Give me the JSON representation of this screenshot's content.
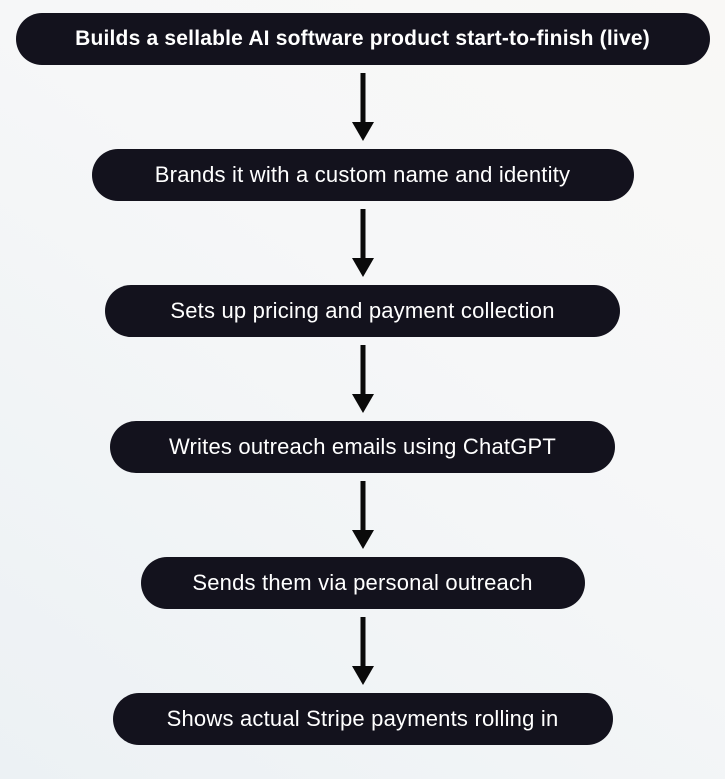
{
  "diagram": {
    "type": "flowchart",
    "direction": "top-down",
    "steps": [
      {
        "label": "Builds a sellable AI software product start-to-finish (live)",
        "emphasis": "bold"
      },
      {
        "label": "Brands it with a custom name and identity",
        "emphasis": "regular"
      },
      {
        "label": "Sets up pricing and payment collection",
        "emphasis": "regular"
      },
      {
        "label": "Writes outreach emails using ChatGPT",
        "emphasis": "regular"
      },
      {
        "label": "Sends them via personal outreach",
        "emphasis": "regular"
      },
      {
        "label": "Shows actual Stripe payments rolling in",
        "emphasis": "regular"
      }
    ],
    "connector": "arrow-down-icon",
    "colors": {
      "node_background": "#13121d",
      "node_text": "#ffffff",
      "arrow": "#0a0a0a",
      "canvas_gradient_top_right": "#f9f8f6",
      "canvas_gradient_bottom_left": "#ecf1f4"
    }
  }
}
